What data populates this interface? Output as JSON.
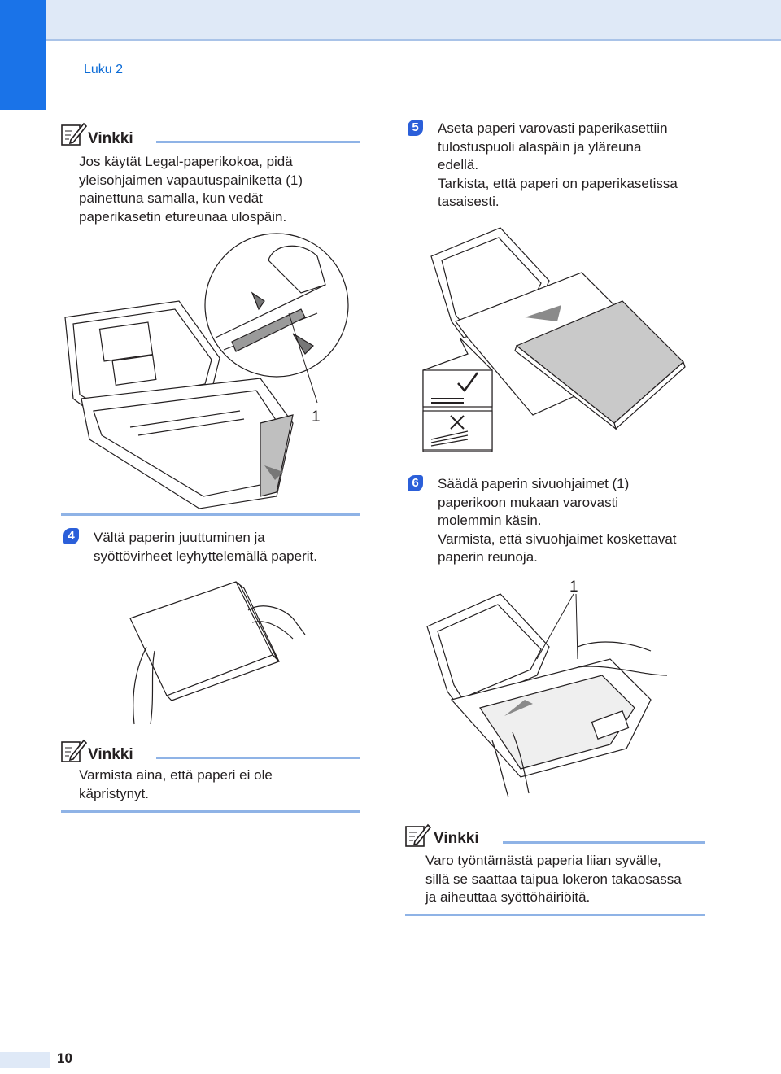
{
  "header": {
    "chapter": "Luku 2"
  },
  "notes": [
    {
      "title": "Vinkki",
      "text": "Jos käytät Legal-paperikokoa, pidä\nyleisohjaimen vapautuspainiketta (1)\npainettuna samalla, kun vedät\npaperikasetin etureunaa ulospäin."
    },
    {
      "title": "Vinkki",
      "text": "Varmista aina, että paperi ei ole\nkäpristynyt."
    },
    {
      "title": "Vinkki",
      "text": "Varo työntämästä paperia liian syvälle,\nsillä se saattaa taipua lokeron takaosassa\nja aiheuttaa syöttöhäiriöitä."
    }
  ],
  "steps": [
    {
      "number": "4",
      "text": "Vältä paperin juuttuminen ja\nsyöttövirheet leyhyttelemällä paperit."
    },
    {
      "number": "5",
      "text": "Aseta paperi varovasti paperikasettiin\ntulostuspuoli alaspäin ja yläreuna\nedellä.\nTarkista, että paperi on paperikasetissa\ntasaisesti."
    },
    {
      "number": "6",
      "text": "Säädä paperin sivuohjaimet (1)\npaperikoon mukaan varovasti\nmolemmin käsin.\nVarmista, että sivuohjaimet koskettavat\npaperin reunoja."
    }
  ],
  "callouts": {
    "fig1": "1",
    "fig3": "1"
  },
  "footer": {
    "page_number": "10"
  },
  "colors": {
    "accent": "#1a73e8",
    "header_band": "#dfe9f7",
    "rule": "#8fb3e6",
    "badge": "#2b5fd9"
  },
  "icons": [
    "note-pencil-icon",
    "check-icon",
    "cross-icon"
  ]
}
